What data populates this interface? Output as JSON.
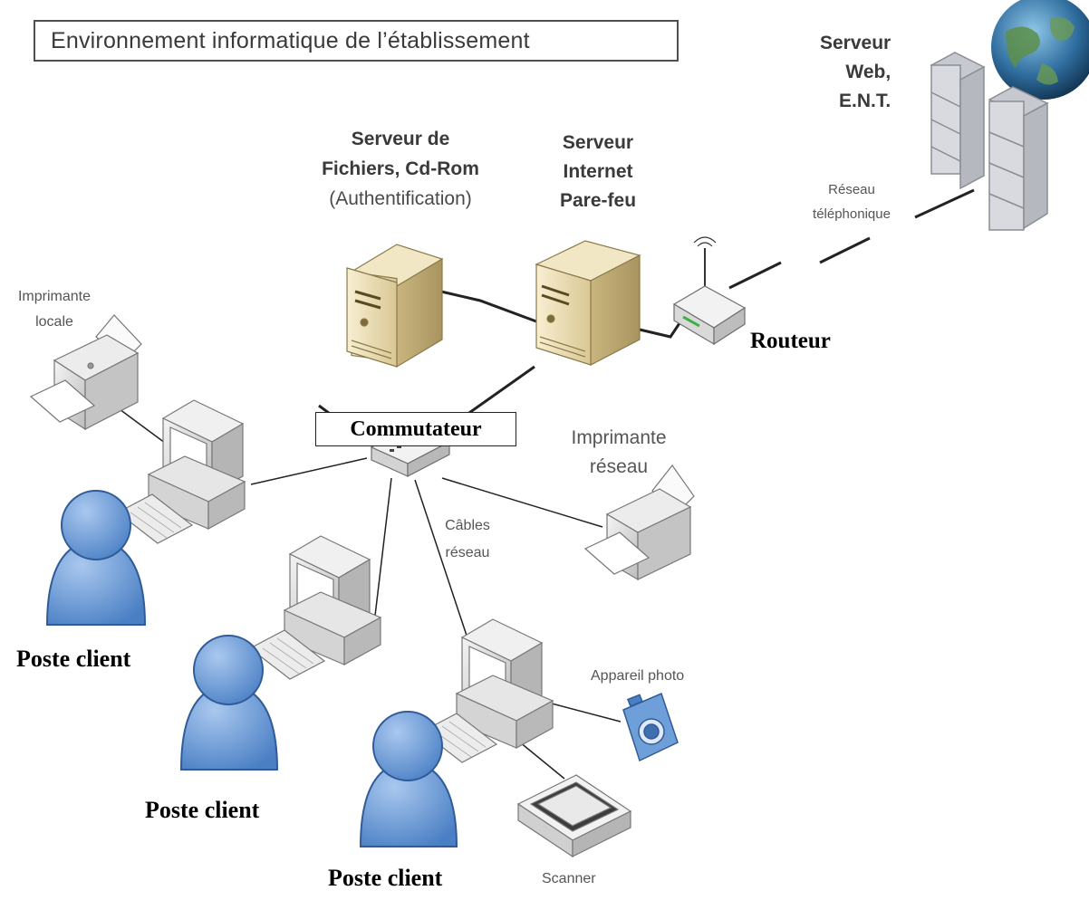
{
  "title": "Environnement informatique de l’établissement",
  "nodes": {
    "web_server": {
      "lines": [
        "Serveur",
        "Web,",
        "E.N.T."
      ]
    },
    "file_server": {
      "line1": "Serveur de",
      "line2": "Fichiers, Cd-Rom",
      "line3": "(Authentification)"
    },
    "internet_server": {
      "lines": [
        "Serveur",
        "Internet",
        "Pare-feu"
      ]
    },
    "phone_network": {
      "lines": [
        "Réseau",
        "téléphonique"
      ]
    },
    "router": "Routeur",
    "switch": "Commutateur",
    "local_printer": {
      "lines": [
        "Imprimante",
        "locale"
      ]
    },
    "network_printer": {
      "lines": [
        "Imprimante",
        "réseau"
      ]
    },
    "cables": {
      "lines": [
        "Câbles",
        "réseau"
      ]
    },
    "camera": "Appareil photo",
    "scanner": "Scanner"
  },
  "clients": [
    "Poste client",
    "Poste client",
    "Poste client"
  ],
  "colors": {
    "person": "#5b8fd0",
    "server_beige": "#efe3bf",
    "device_gray": "#dcdcdc",
    "cable": "#222222",
    "title_border": "#4f4f4f"
  }
}
